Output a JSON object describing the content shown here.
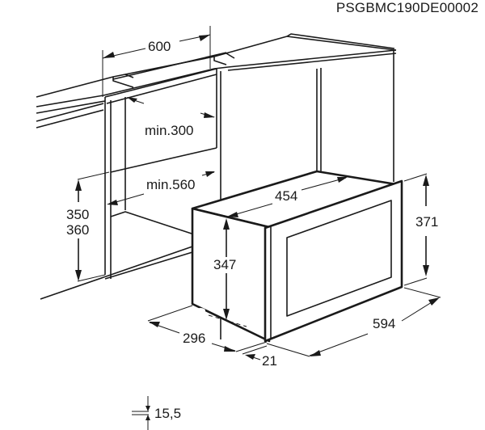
{
  "document_code": "PSGBMC190DE00002",
  "dimensions": {
    "cabinet_width": "600",
    "min_depth_upper": "min.300",
    "min_depth_lower": "min.560",
    "niche_height_1": "350",
    "niche_height_2": "360",
    "appliance_depth": "454",
    "appliance_body_height": "347",
    "appliance_front_height": "371",
    "appliance_side_depth": "296",
    "front_panel_thickness": "21",
    "appliance_front_width": "594",
    "bottom_offset": "15,5"
  },
  "colors": {
    "line": "#1a1a1a",
    "background": "#ffffff"
  }
}
